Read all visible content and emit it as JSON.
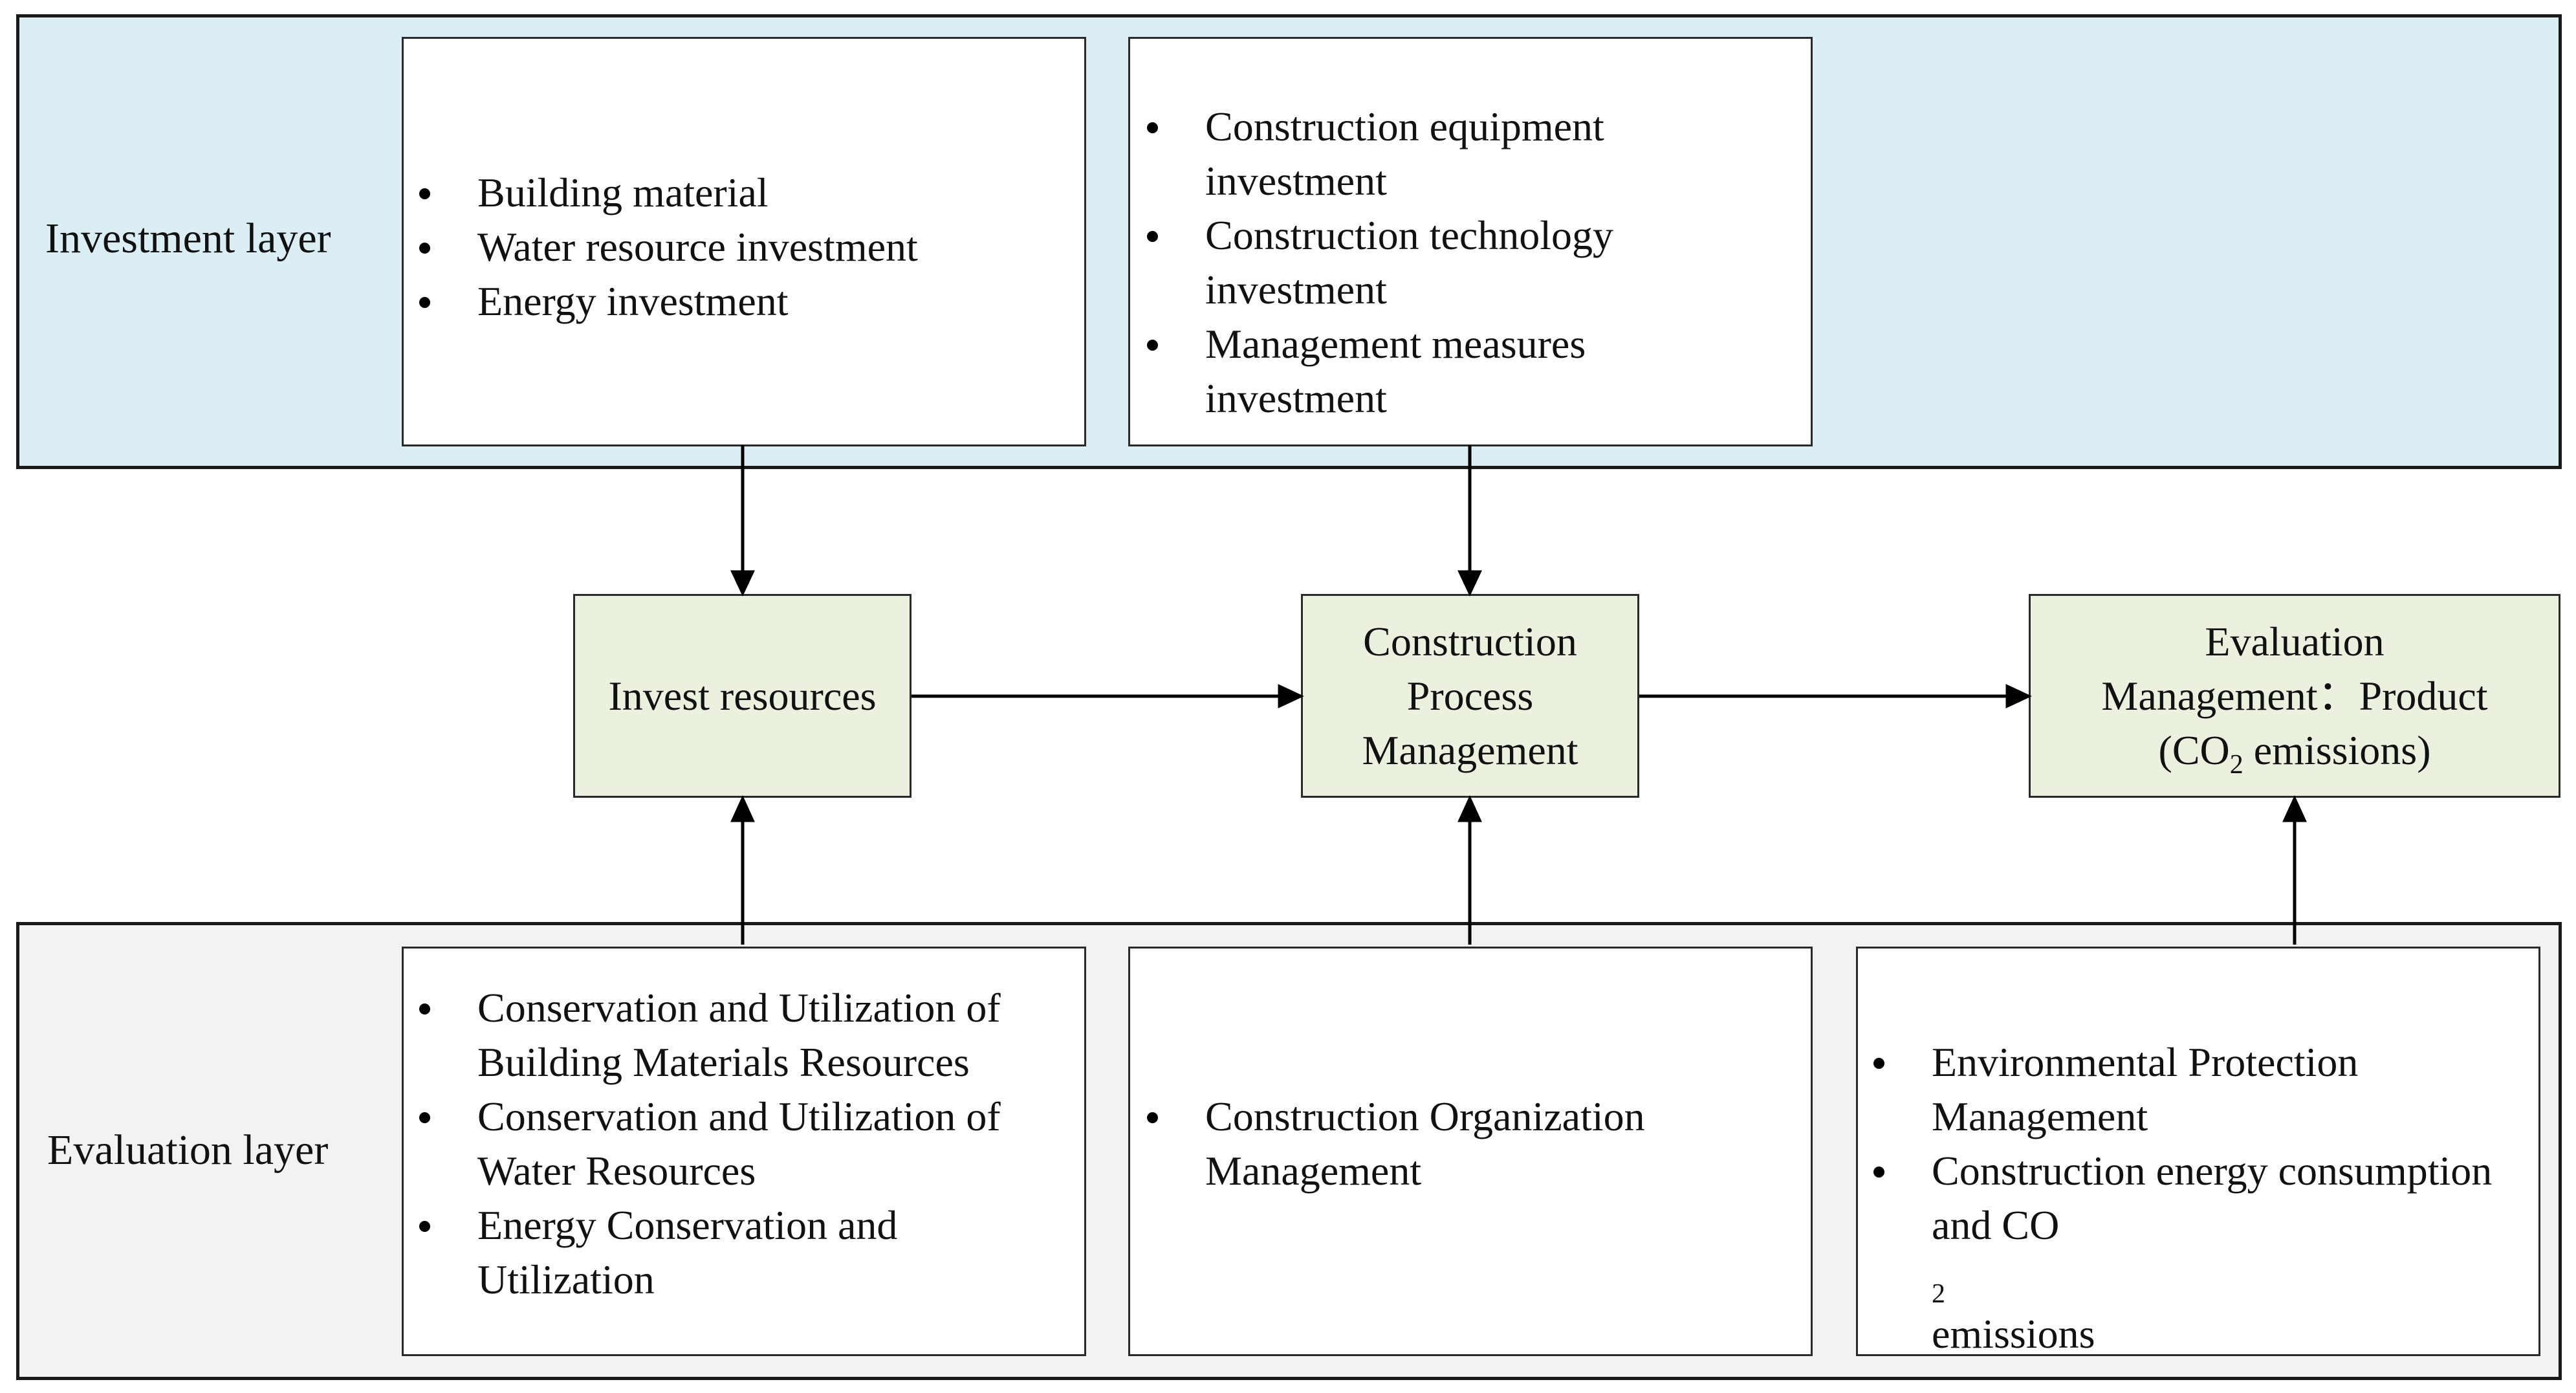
{
  "investment_layer": {
    "label": "Investment layer",
    "box1_items": [
      {
        "lines": [
          "Building material"
        ]
      },
      {
        "lines": [
          "Water resource investment"
        ]
      },
      {
        "lines": [
          "Energy investment"
        ]
      }
    ],
    "box2_items": [
      {
        "lines": [
          "Construction equipment",
          "investment"
        ]
      },
      {
        "lines": [
          "Construction technology",
          "investment"
        ]
      },
      {
        "lines": [
          "Management measures",
          "investment"
        ]
      }
    ]
  },
  "process": {
    "invest": [
      "Invest resources"
    ],
    "construction": [
      "Construction",
      "Process",
      "Management"
    ],
    "evaluation": {
      "line1": "Evaluation",
      "line2": "Management：Product",
      "line3_pre": "(CO",
      "line3_sub": "2",
      "line3_post": " emissions)"
    }
  },
  "evaluation_layer": {
    "label": "Evaluation layer",
    "box1_items": [
      {
        "lines": [
          "Conservation and Utilization of",
          "Building Materials Resources"
        ]
      },
      {
        "lines": [
          "Conservation and Utilization of",
          "Water Resources"
        ]
      },
      {
        "lines": [
          "Energy Conservation and",
          "Utilization"
        ]
      }
    ],
    "box2_items": [
      {
        "lines": [
          "Construction Organization",
          "Management"
        ]
      }
    ],
    "box3_item1": [
      "Environmental Protection",
      "Management"
    ],
    "box3_item2": {
      "line1": "Construction energy consumption",
      "line2_pre": "and CO",
      "line2_sub": "2",
      "line2_post": " emissions"
    }
  },
  "colors": {
    "investment_layer_bg": "#dbeef4",
    "evaluation_layer_bg": "#f2f2f2",
    "process_box_bg": "#eaf1de",
    "content_box_bg": "#ffffff",
    "border": "#1a1a1a"
  }
}
